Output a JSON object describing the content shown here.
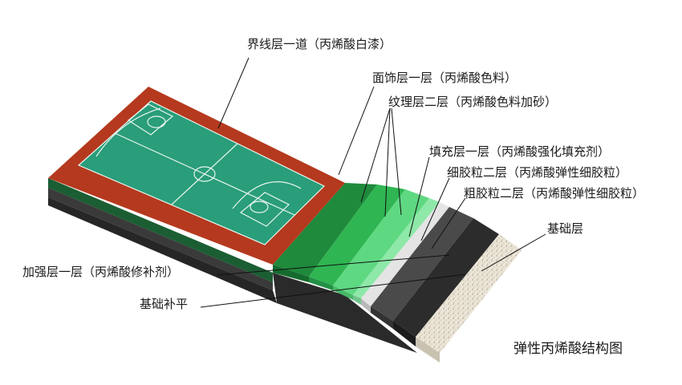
{
  "title": "弹性丙烯酸结构图",
  "labels": {
    "boundary_line": "界线层一道（丙烯酸白漆）",
    "surface_coat": "面饰层一层（丙烯酸色料）",
    "texture_coat": "纹理层二层（丙烯酸色料加砂）",
    "filler_coat": "填充层一层（丙烯酸强化填充剂）",
    "fine_granule": "细胶粒二层（丙烯酸弹性细胶粒）",
    "coarse_granule": "粗胶粒二层（丙烯酸弹性细胶粒）",
    "base_layer": "基础层",
    "reinforce_coat": "加强层一层（丙烯酸修补剂）",
    "base_leveling": "基础补平"
  },
  "colors": {
    "border_red": "#b5391e",
    "court_green": "#2a9d7a",
    "dark_green": "#1f8a3c",
    "mid_green": "#2fb552",
    "light_green": "#5fd882",
    "pale_green": "#8ee8a8",
    "light_gray": "#e4e4e4",
    "dark_gray": "#4a4a4a",
    "black": "#2c2c2c",
    "speckle": "#ece6d8"
  }
}
